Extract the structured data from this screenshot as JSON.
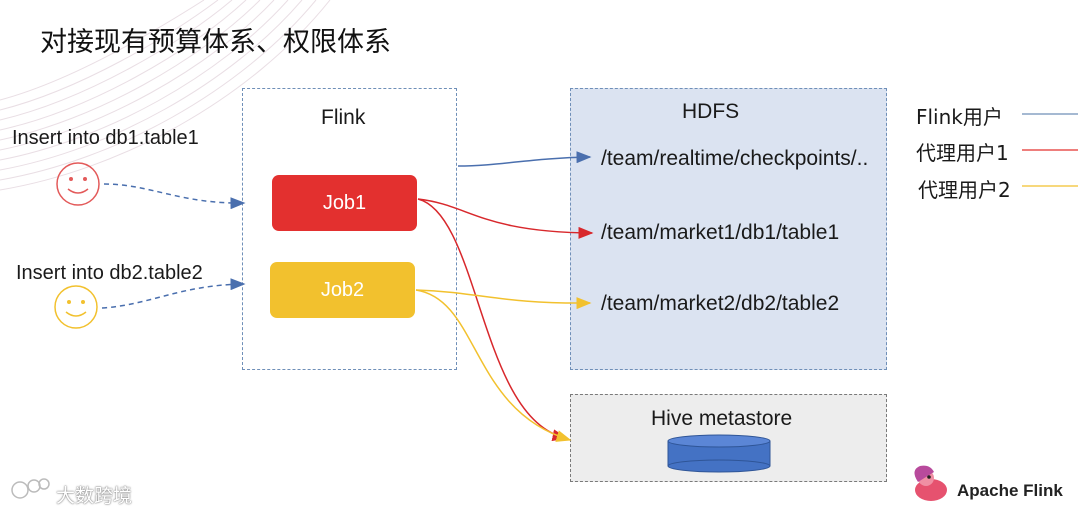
{
  "title": "对接现有预算体系、权限体系",
  "flink": {
    "label": "Flink",
    "job1": "Job1",
    "job2": "Job2"
  },
  "users": [
    {
      "statement": "Insert into db1.table1"
    },
    {
      "statement": "Insert into db2.table2"
    }
  ],
  "hdfs": {
    "label": "HDFS",
    "paths": [
      "/team/realtime/checkpoints/..",
      "/team/market1/db1/table1",
      "/team/market2/db2/table2"
    ]
  },
  "hive": {
    "label": "Hive metastore"
  },
  "legend": [
    {
      "label": "Flink用户",
      "color": "#6f8fb8"
    },
    {
      "label": "代理用户1",
      "color": "#e3302f"
    },
    {
      "label": "代理用户2",
      "color": "#f2c12e"
    }
  ],
  "logo": {
    "text": "Apache Flink"
  },
  "watermark": {
    "text": "大数跨境"
  },
  "colors": {
    "blue": "#4a6fae",
    "red": "#d8282c",
    "yellow": "#f2c12e",
    "db": "#4472c4"
  }
}
